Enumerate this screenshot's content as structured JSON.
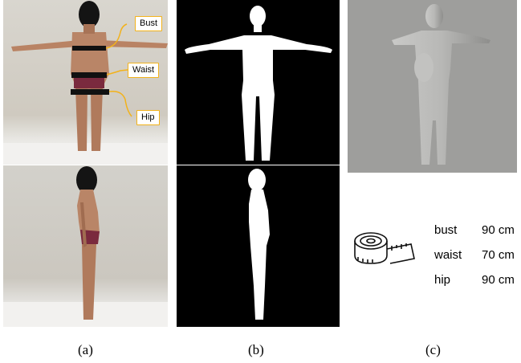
{
  "callouts": {
    "bust": "Bust",
    "waist": "Waist",
    "hip": "Hip"
  },
  "measurements": [
    {
      "label": "bust",
      "value": "90 cm"
    },
    {
      "label": "waist",
      "value": "70 cm"
    },
    {
      "label": "hip",
      "value": "90 cm"
    }
  ],
  "captions": {
    "a": "(a)",
    "b": "(b)",
    "c": "(c)"
  },
  "icons": {
    "tape": "measuring-tape-icon"
  },
  "colors": {
    "callout_border": "#f2b21b",
    "band": "#111111",
    "silhouette_bg": "#000000",
    "silhouette_fg": "#ffffff",
    "model_bg": "#9e9e9c"
  }
}
